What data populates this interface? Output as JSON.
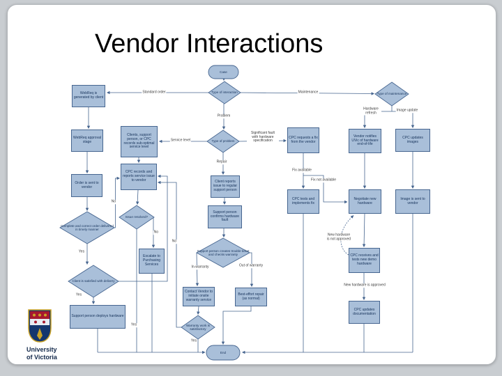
{
  "page": {
    "title": "Vendor Interactions"
  },
  "footer_logo": {
    "line1": "University",
    "line2": "of Victoria"
  },
  "flowchart": {
    "nodes": {
      "start": "Case",
      "type_of_interaction": "Type of interaction",
      "webreq_generated": "WebReq is generated by client",
      "webreq_approval": "WebReq approval stage",
      "order_sent": "Order is sent to vendor",
      "clients_suboptimal": "Clients, support person, or CPC records sub-optimal service level",
      "cpc_records": "CPC records and reports service issue to vendor",
      "type_of_problem": "Type of problem",
      "client_reports": "Client reports issue to regular support person",
      "confirms_fault": "Support person confirms hardware fault",
      "issue_resolved": "Issue resolved?",
      "complete_correct": "Complete and correct order delivered in timely manner",
      "escalate": "Escalate to Purchasing Services",
      "trouble_ticket": "Support person creates trouble ticket and checks warranty",
      "client_satisfied": "Client is satisfied with delivery",
      "deploys": "Support person deploys hardware",
      "contact_vendor": "Contact Vendor to initiate onsite warranty service",
      "best_effort": "Best-effort repair (as normal)",
      "warranty_satisfactory": "Warranty work is satisfactory",
      "end": "End",
      "type_of_maintenance": "Type of maintenance",
      "cpc_requests_fix": "CPC requests a fix from the vendor",
      "cpc_tests_fix": "CPC tests and implements fix",
      "vendor_notifies": "Vendor notifies UVic of hardware end-of-life",
      "negotiate": "Negotiate new hardware",
      "cpc_receives": "CPC receives and tests new demo hardware",
      "cpc_updates_doc": "CPC updates documentation",
      "cpc_updates_images": "CPC updates images",
      "image_sent": "Image is sent to vendor"
    },
    "edge_labels": {
      "standard_order": "Standard order",
      "maintenance": "Maintenance",
      "problem": "Problem",
      "service_level": "Service level",
      "repair": "Repair",
      "significant_fault": "Significant fault with hardware specification",
      "hardware_refresh": "Hardware refresh",
      "image_update": "Image update",
      "fix_available": "Fix available",
      "fix_not_available": "Fix not available",
      "in_warranty": "In-warranty",
      "out_of_warranty": "Out of warranty",
      "new_hw_not_approved": "New hardware is not approved",
      "new_hw_approved": "New hardware is approved",
      "yes": "Yes",
      "no": "No"
    },
    "colors": {
      "node_fill": "#a9bfd9",
      "node_border": "#46658f",
      "edge": "#46658f"
    }
  }
}
